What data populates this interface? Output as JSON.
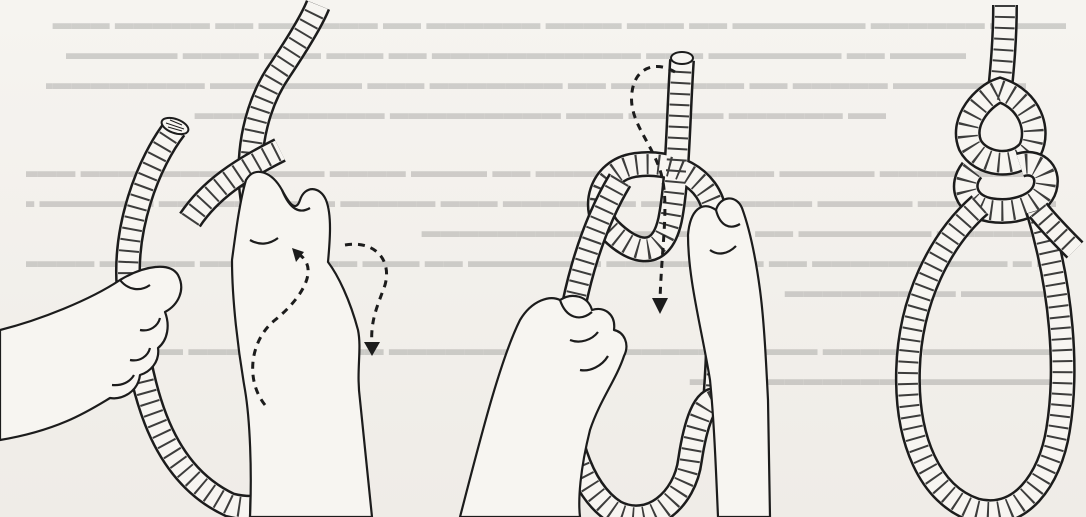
{
  "illustration": {
    "panels": [
      {
        "name": "step-1",
        "depicts": "hands forming a loop in a rope, dashed arrow showing the twist"
      },
      {
        "name": "step-2",
        "depicts": "hands passing the rope end through the loop, dashed arrow showing the path"
      },
      {
        "name": "step-3",
        "depicts": "finished knot with a fixed loop"
      }
    ],
    "colors": {
      "paper": "#f4f2ee",
      "ink": "#1c1c1c",
      "rope_fill": "#f7f5f1"
    }
  }
}
